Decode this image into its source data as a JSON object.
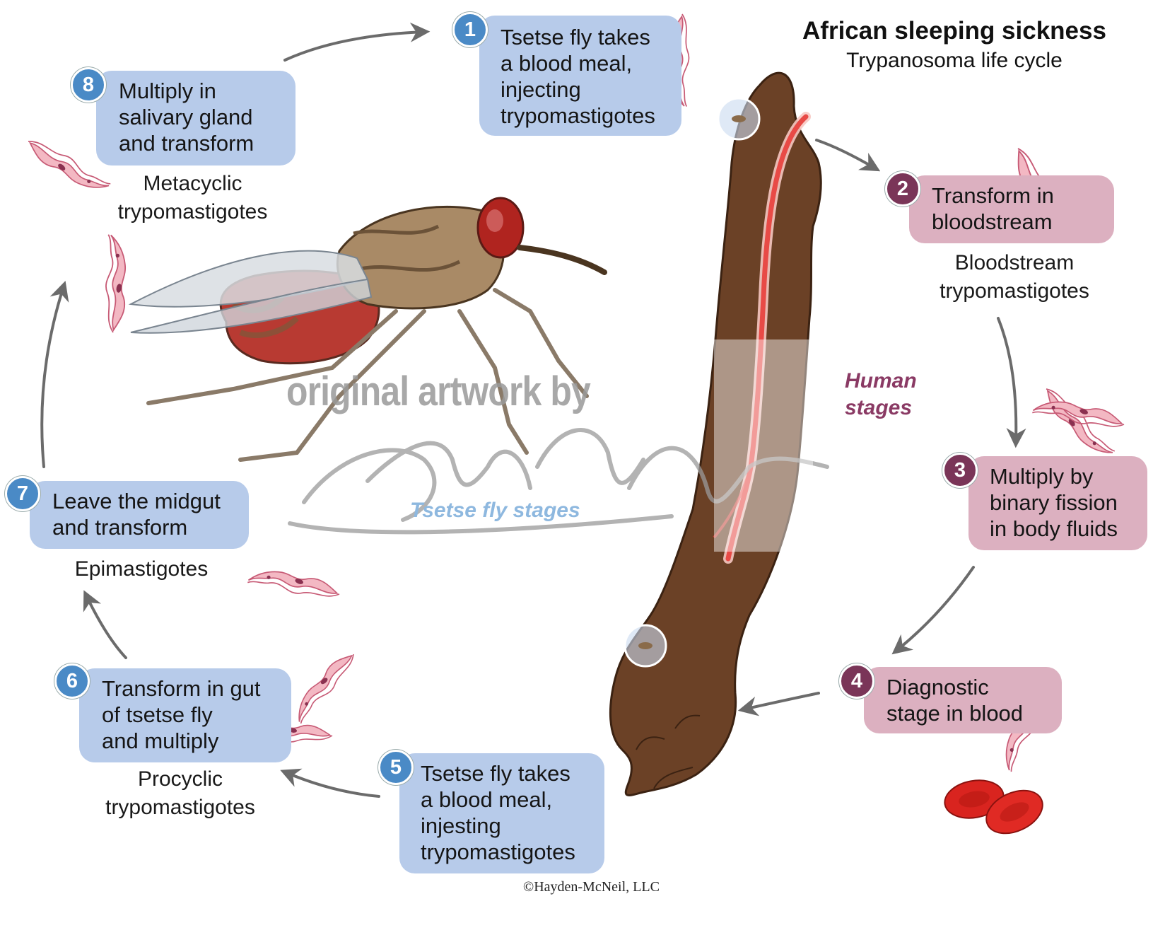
{
  "title": "African sleeping sickness",
  "subtitle": "Trypanosoma life cycle",
  "stage_groups": {
    "human": {
      "label_lines": [
        "Human",
        "stages"
      ],
      "color": "#8a3a64"
    },
    "tsetse": {
      "label": "Tsetse fly stages",
      "color": "#8eb8df"
    }
  },
  "colors": {
    "tsetse_box": "#b7cbea",
    "human_box": "#dcb0c0",
    "tsetse_badge": "#4a8ac6",
    "human_badge": "#7a3558",
    "arrow": "#6b6b6b",
    "parasite": "#e69aa8",
    "skin": "#6b4126",
    "vessel": "#e84a46"
  },
  "steps": [
    {
      "number": "1",
      "group": "tsetse",
      "lines": [
        "Tsetse fly takes",
        "a blood meal,",
        "injecting",
        "trypomastigotes"
      ]
    },
    {
      "number": "2",
      "group": "human",
      "lines": [
        "Transform in",
        "bloodstream"
      ]
    },
    {
      "number": "3",
      "group": "human",
      "lines": [
        "Multiply by",
        "binary fission",
        "in body fluids"
      ]
    },
    {
      "number": "4",
      "group": "human",
      "lines": [
        "Diagnostic",
        "stage in blood"
      ]
    },
    {
      "number": "5",
      "group": "tsetse",
      "lines": [
        "Tsetse fly takes",
        "a blood meal,",
        "injesting",
        "trypomastigotes"
      ]
    },
    {
      "number": "6",
      "group": "tsetse",
      "lines": [
        "Transform in gut",
        "of tsetse fly",
        "and multiply"
      ]
    },
    {
      "number": "7",
      "group": "tsetse",
      "lines": [
        "Leave the midgut",
        "and transform"
      ]
    },
    {
      "number": "8",
      "group": "tsetse",
      "lines": [
        "Multiply in",
        "salivary gland",
        "and transform"
      ]
    }
  ],
  "captions": {
    "metacyclic": [
      "Metacyclic",
      "trypomastigotes"
    ],
    "bloodstream": [
      "Bloodstream",
      "trypomastigotes"
    ],
    "epimastigotes": [
      "Epimastigotes"
    ],
    "procyclic": [
      "Procyclic",
      "trypomastigotes"
    ]
  },
  "icons": [
    "tsetse-fly-illustration",
    "human-arm-illustration",
    "trypanosome-icon",
    "red-blood-cell-icon",
    "fly-bite-marker-icon",
    "cycle-arrow"
  ],
  "watermark": {
    "text": "original artwork by"
  },
  "copyright": "©Hayden-McNeil, LLC"
}
